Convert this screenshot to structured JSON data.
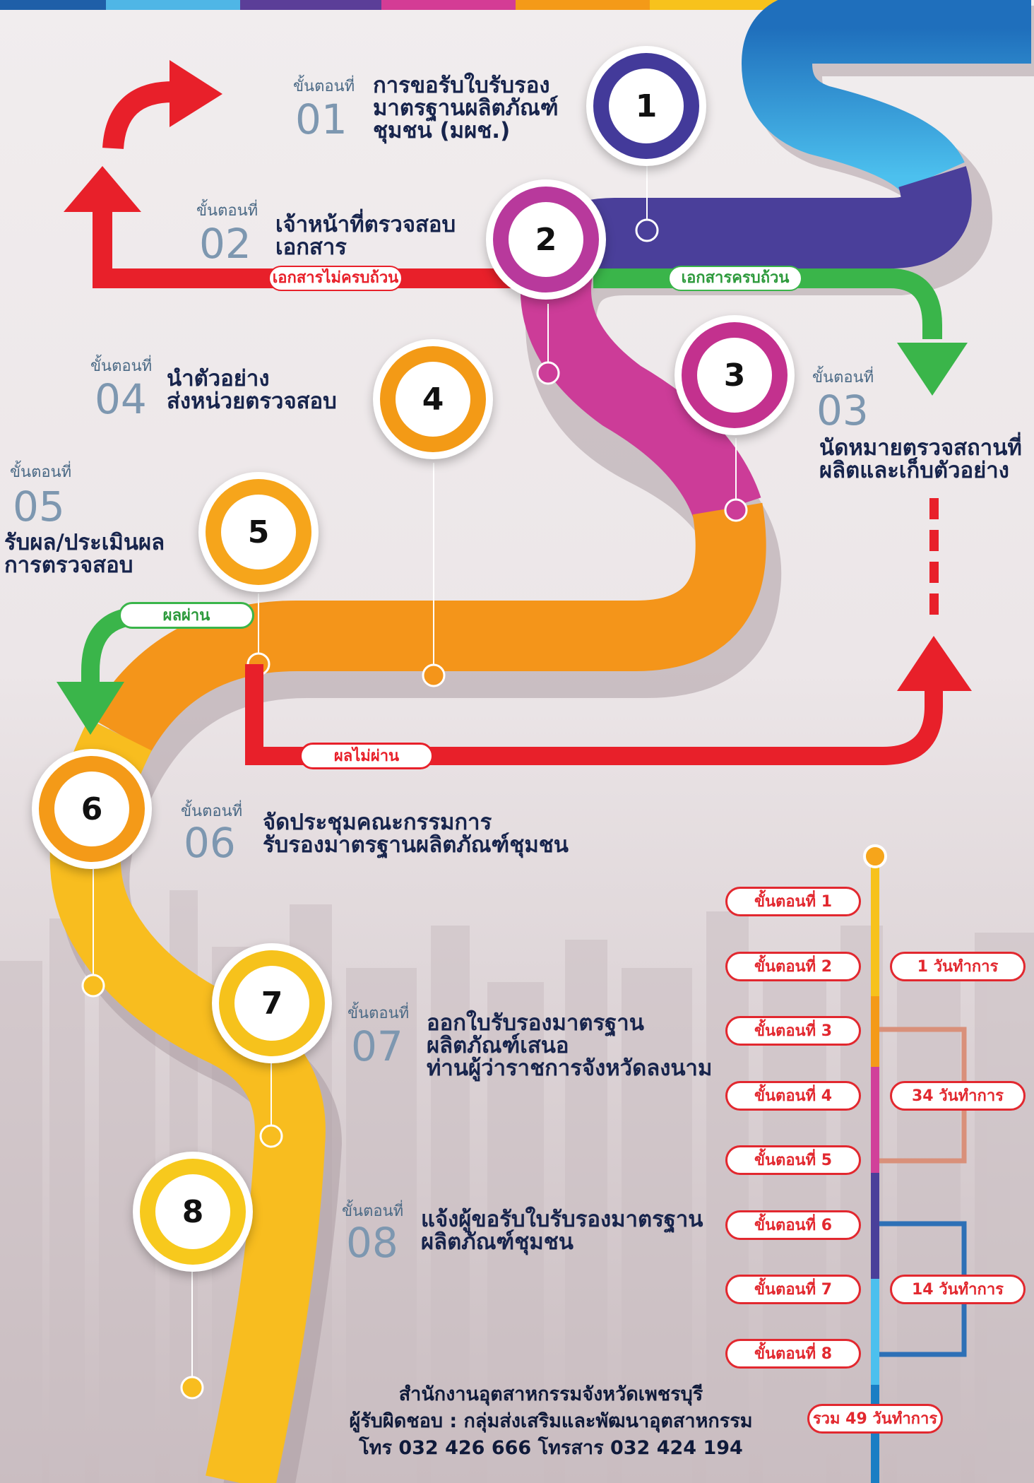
{
  "steps": [
    {
      "label": "ขั้นตอนที่",
      "number": "01",
      "badge": "1",
      "title": "การขอรับใบรับรอง\nมาตรฐานผลิตภัณฑ์\nชุมชน (มผช.)",
      "color": "#3f3a98"
    },
    {
      "label": "ขั้นตอนที่",
      "number": "02",
      "badge": "2",
      "title": "เจ้าหน้าที่ตรวจสอบ\nเอกสาร",
      "color": "#b23a9c"
    },
    {
      "label": "ขั้นตอนที่",
      "number": "03",
      "badge": "3",
      "title": "นัดหมายตรวจสถานที่\nผลิตและเก็บตัวอย่าง",
      "color": "#c0338f"
    },
    {
      "label": "ขั้นตอนที่",
      "number": "04",
      "badge": "4",
      "title": "นำตัวอย่าง\nส่งหน่วยตรวจสอบ",
      "color": "#f39a16"
    },
    {
      "label": "ขั้นตอนที่",
      "number": "05",
      "badge": "5",
      "title": "รับผล/ประเมินผล\nการตรวจสอบ",
      "color": "#f5a41b"
    },
    {
      "label": "ขั้นตอนที่",
      "number": "06",
      "badge": "6",
      "title": "จัดประชุมคณะกรรมการ\nรับรองมาตรฐานผลิตภัณฑ์ชุมชน",
      "color": "#f49a18"
    },
    {
      "label": "ขั้นตอนที่",
      "number": "07",
      "badge": "7",
      "title": "ออกใบรับรองมาตรฐาน\nผลิตภัณฑ์เสนอ\nท่านผู้ว่าราชการจังหวัดลงนาม",
      "color": "#f6c21c"
    },
    {
      "label": "ขั้นตอนที่",
      "number": "08",
      "badge": "8",
      "title": "แจ้งผู้ขอรับใบรับรองมาตรฐาน\nผลิตภัณฑ์ชุมชน",
      "color": "#f7c91d"
    }
  ],
  "branches": {
    "docs_incomplete": "เอกสารไม่ครบถ้วน",
    "docs_complete": "เอกสารครบถ้วน",
    "pass": "ผลผ่าน",
    "fail": "ผลไม่ผ่าน"
  },
  "timeline": {
    "steps": [
      "ขั้นตอนที่ 1",
      "ขั้นตอนที่ 2",
      "ขั้นตอนที่ 3",
      "ขั้นตอนที่ 4",
      "ขั้นตอนที่ 5",
      "ขั้นตอนที่ 6",
      "ขั้นตอนที่ 7",
      "ขั้นตอนที่ 8"
    ],
    "durations": [
      "1 วันทำการ",
      "34 วันทำการ",
      "14 วันทำการ"
    ],
    "total": "รวม 49 วันทำการ"
  },
  "footer": {
    "office": "สำนักงานอุตสาหกรรมจังหวัดเพชรบุรี",
    "responsible": "ผู้รับผิดชอบ : กลุ่มส่งเสริมและพัฒนาอุตสาหกรรม",
    "phone": "โทร 032 426 666 โทรสาร 032 424 194"
  },
  "colors": {
    "red": "#e8202a",
    "green": "#3ab54a",
    "purple": "#3f3a98",
    "magenta": "#c0338f",
    "orange": "#f39a16",
    "yellow": "#f7c21c",
    "blue": "#1a8fd0"
  }
}
